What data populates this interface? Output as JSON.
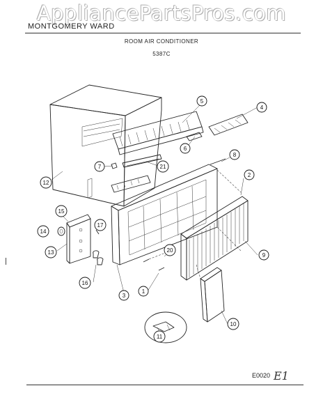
{
  "watermark": "AppliancePartsPros.com",
  "header": {
    "brand": "MONTGOMERY WARD",
    "title": "ROOM AIR CONDITIONER",
    "model": "5387C"
  },
  "footer": {
    "diagram_code": "E0020",
    "page_mark": "E1"
  },
  "callouts": [
    {
      "id": "c1",
      "label": "1"
    },
    {
      "id": "c2",
      "label": "2"
    },
    {
      "id": "c3",
      "label": "3"
    },
    {
      "id": "c4",
      "label": "4"
    },
    {
      "id": "c5",
      "label": "5"
    },
    {
      "id": "c6",
      "label": "6"
    },
    {
      "id": "c7",
      "label": "7"
    },
    {
      "id": "c8",
      "label": "8"
    },
    {
      "id": "c9",
      "label": "9"
    },
    {
      "id": "c10",
      "label": "10"
    },
    {
      "id": "c11",
      "label": "11"
    },
    {
      "id": "c12",
      "label": "12"
    },
    {
      "id": "c13",
      "label": "13"
    },
    {
      "id": "c14",
      "label": "14"
    },
    {
      "id": "c15",
      "label": "15"
    },
    {
      "id": "c16",
      "label": "16"
    },
    {
      "id": "c17",
      "label": "17"
    },
    {
      "id": "c20",
      "label": "20"
    },
    {
      "id": "c21",
      "label": "21"
    }
  ]
}
